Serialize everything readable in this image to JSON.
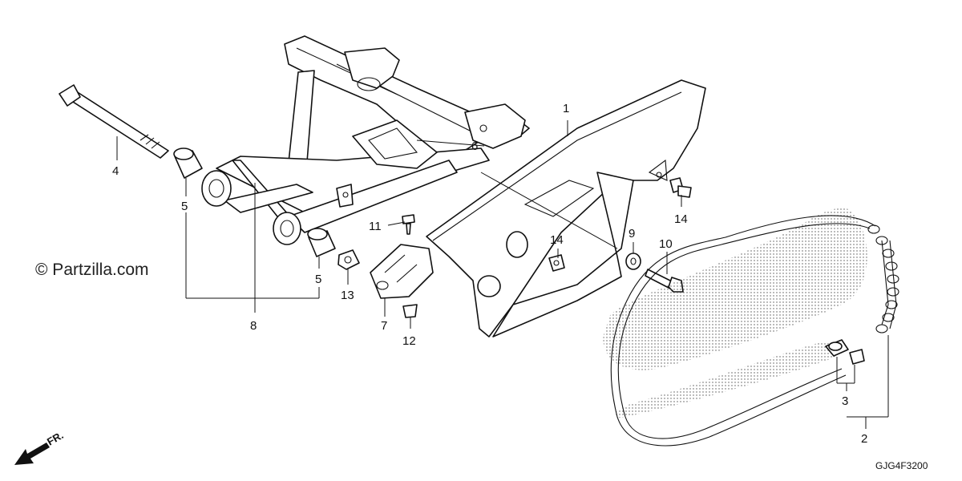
{
  "watermark": "© Partzilla.com",
  "diagram_code": "GJG4F3200",
  "direction_label": "FR.",
  "callouts": [
    {
      "id": "c1",
      "text": "1"
    },
    {
      "id": "c2",
      "text": "2"
    },
    {
      "id": "c3",
      "text": "3"
    },
    {
      "id": "c4",
      "text": "4"
    },
    {
      "id": "c5a",
      "text": "5"
    },
    {
      "id": "c5b",
      "text": "5"
    },
    {
      "id": "c6",
      "text": "6"
    },
    {
      "id": "c7",
      "text": "7"
    },
    {
      "id": "c8",
      "text": "8"
    },
    {
      "id": "c9",
      "text": "9"
    },
    {
      "id": "c10",
      "text": "10"
    },
    {
      "id": "c11",
      "text": "11"
    },
    {
      "id": "c12",
      "text": "12"
    },
    {
      "id": "c13",
      "text": "13"
    },
    {
      "id": "c14a",
      "text": "14"
    },
    {
      "id": "c14b",
      "text": "14"
    }
  ]
}
